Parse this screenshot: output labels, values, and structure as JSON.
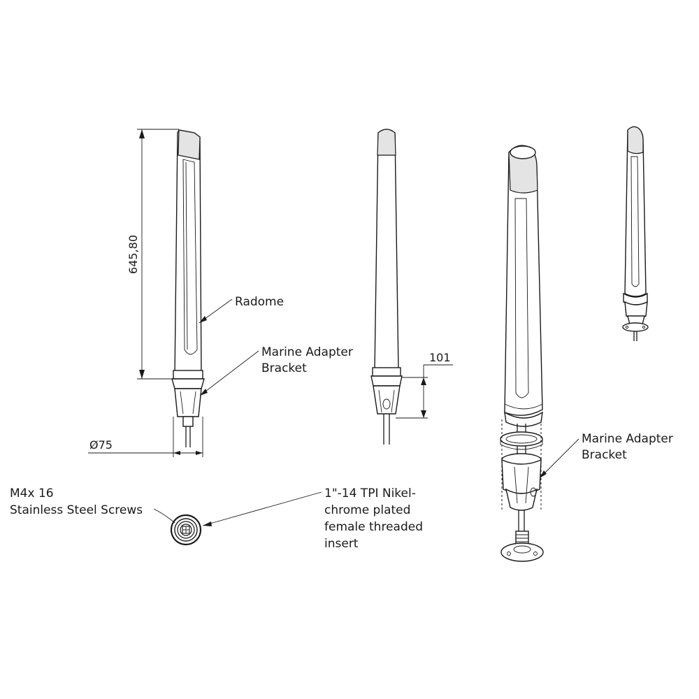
{
  "dimensions": {
    "height": "645,80",
    "diameter": "Ø75",
    "bracket_height": "101"
  },
  "labels": {
    "radome": "Radome",
    "bracket_front_line1": "Marine Adapter",
    "bracket_front_line2": "Bracket",
    "bracket_exploded_line1": "Marine Adapter",
    "bracket_exploded_line2": "Bracket",
    "screws_line1": "M4x 16",
    "screws_line2": "Stainless Steel Screws",
    "insert_line1": "1\"-14 TPI Nikel-",
    "insert_line2": "chrome plated",
    "insert_line3": "female threaded",
    "insert_line4": "insert"
  }
}
